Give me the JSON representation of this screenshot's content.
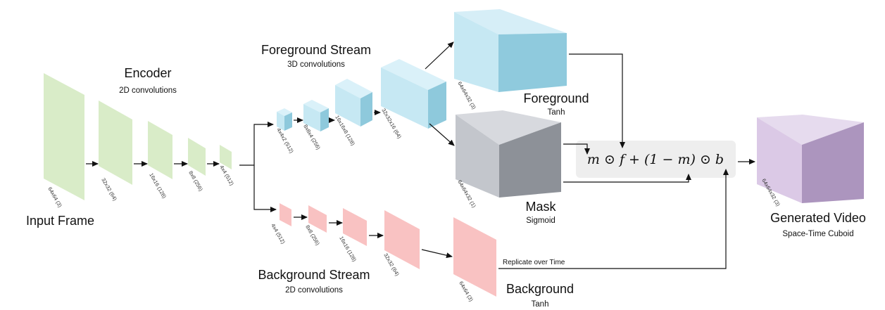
{
  "encoder": {
    "input_label": "Input Frame",
    "title": "Encoder",
    "subtitle": "2D convolutions",
    "layers": [
      "64x64 (3)",
      "32x32 (64)",
      "16x16 (128)",
      "8x8 (256)",
      "4x4 (512)"
    ]
  },
  "foreground_stream": {
    "title": "Foreground Stream",
    "subtitle": "3D convolutions",
    "layers": [
      "4x4x2 (512)",
      "8x8x4 (256)",
      "16x16x8 (128)",
      "32x32x16 (64)"
    ]
  },
  "background_stream": {
    "title": "Background Stream",
    "subtitle": "2D convolutions",
    "layers": [
      "4x4 (512)",
      "8x8 (256)",
      "16x16 (128)",
      "32x32 (64)"
    ]
  },
  "foreground_output": {
    "title": "Foreground",
    "subtitle": "Tanh",
    "dim": "64x64x32 (3)"
  },
  "mask_output": {
    "title": "Mask",
    "subtitle": "Sigmoid",
    "dim": "64x64x32 (1)"
  },
  "background_output": {
    "title": "Background",
    "subtitle": "Tanh",
    "dim": "64x64 (3)"
  },
  "replicate_label": "Replicate over Time",
  "equation": "m ⊙ f + (1 − m) ⊙ b",
  "generated": {
    "title": "Generated Video",
    "subtitle": "Space-Time Cuboid",
    "dim": "64x64x32 (3)"
  },
  "colors": {
    "encoder": "#d9ecc8",
    "foreground": "#c6e8f3",
    "mask": "#c3c6cc",
    "background": "#f9c2c2",
    "generated": "#dbc9e6"
  }
}
